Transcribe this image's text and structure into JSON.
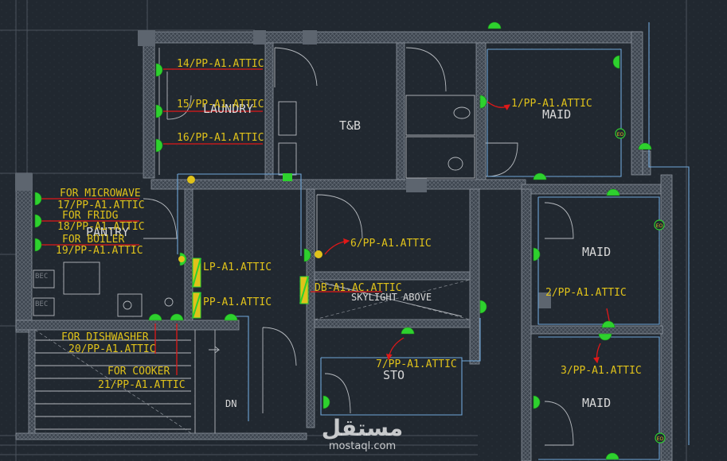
{
  "rooms": {
    "laundry": "LAUNDRY",
    "tb": "T&B",
    "maid_top": "MAID",
    "pantry": "PANTRY",
    "maid_mid": "MAID",
    "skylight": "SKYLIGHT ABOVE",
    "sto": "STO",
    "maid_bottom": "MAID",
    "dn": "DN"
  },
  "circuits": {
    "c14": "14/PP-A1.ATTIC",
    "c15": "15/PP-A1.ATTIC",
    "c16": "16/PP-A1.ATTIC",
    "c1": "1/PP-A1.ATTIC",
    "c17_note": "FOR MICROWAVE",
    "c17": "17/PP-A1.ATTIC",
    "c18_note": "FOR FRIDG",
    "c18": "18/PP-A1.ATTIC",
    "c19_note": "FOR BOILER",
    "c19": "19/PP-A1.ATTIC",
    "c6": "6/PP-A1.ATTIC",
    "lp": "LP-A1.ATTIC",
    "pp": "PP-A1.ATTIC",
    "db": "DB-A1.AC.ATTIC",
    "c2": "2/PP-A1.ATTIC",
    "c20_note": "FOR DISHWASHER",
    "c20": "20/PP-A1.ATTIC",
    "c7": "7/PP-A1.ATTIC",
    "c3": "3/PP-A1.ATTIC",
    "c21_note": "FOR COOKER",
    "c21": "21/PP-A1.ATTIC"
  },
  "tags": {
    "eo": "EO",
    "bec": "BEC"
  },
  "watermark": {
    "arabic": "مستقل",
    "latin": "mostaql.com"
  },
  "colors": {
    "background": "#212830",
    "wall": "#4d5660",
    "label": "#e0c21a",
    "wire": "#e01818",
    "outlet": "#2ed12e",
    "boundary": "#6fa6d8",
    "room_text": "#d8d8d8"
  }
}
